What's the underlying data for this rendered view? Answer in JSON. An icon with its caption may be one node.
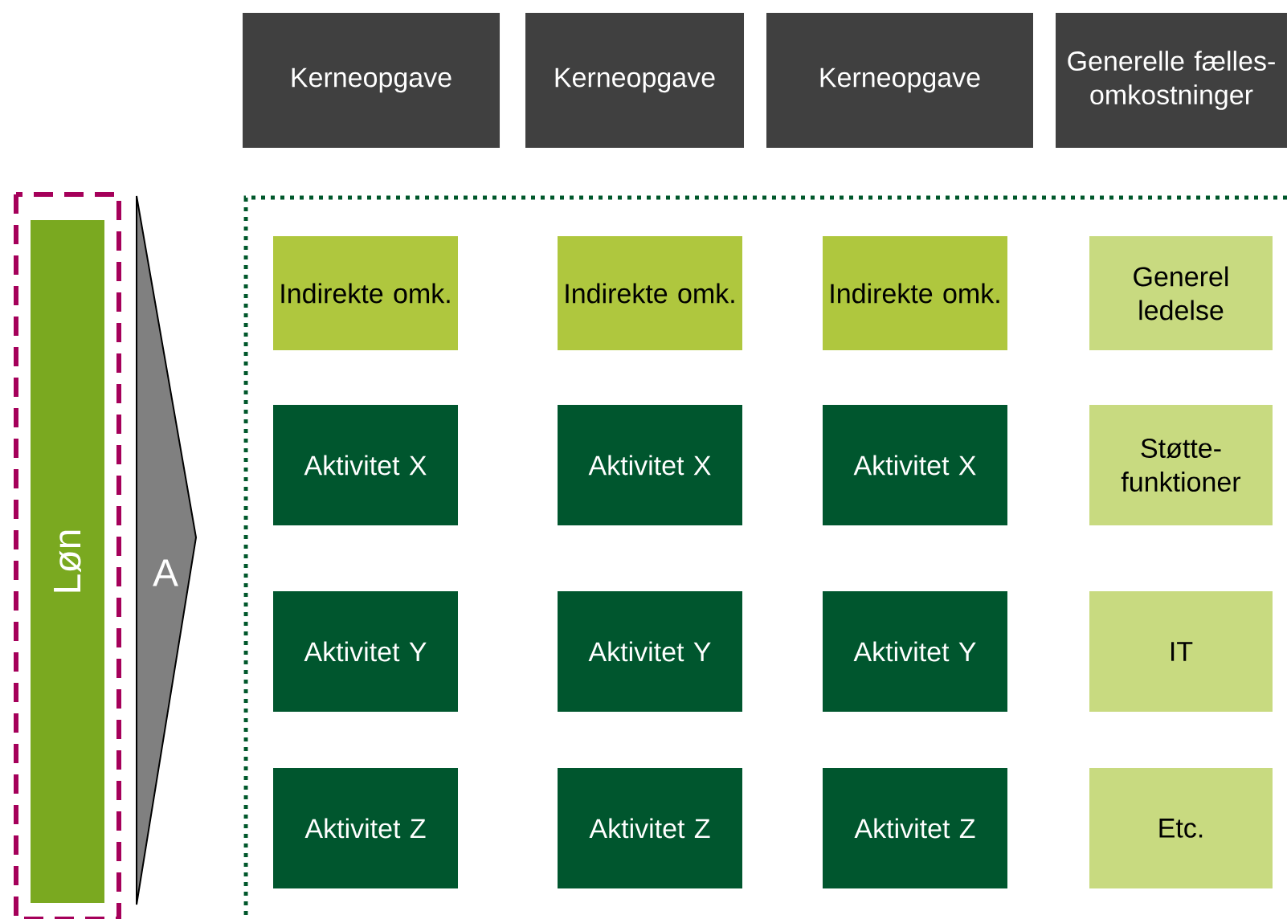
{
  "diagram": {
    "nodes": [
      {
        "text": [
          "Kerneopgave"
        ]
      },
      {
        "text": [
          "Kerneopgave"
        ]
      },
      {
        "text": [
          "Kerneopgave"
        ]
      },
      {
        "text": [
          "Generelle fælles- omkostninger"
        ]
      },
      {
        "text": [
          "Løn"
        ]
      },
      {
        "text": [
          "A"
        ]
      },
      {
        "text": [
          "Indirekte omk."
        ]
      },
      {
        "text": [
          "Indirekte omk."
        ]
      },
      {
        "text": [
          "Indirekte omk."
        ]
      },
      {
        "text": [
          "Generel ledelse"
        ]
      },
      {
        "text": [
          "Aktivitet X"
        ]
      },
      {
        "text": [
          "Aktivitet X"
        ]
      },
      {
        "text": [
          "Aktivitet X"
        ]
      },
      {
        "text": [
          "Støtte- funktioner"
        ]
      },
      {
        "text": [
          "Aktivitet Y"
        ]
      },
      {
        "text": [
          "Aktivitet Y"
        ]
      },
      {
        "text": [
          "Aktivitet Y"
        ]
      },
      {
        "text": [
          "IT"
        ]
      },
      {
        "text": [
          "Aktivitet Z"
        ]
      },
      {
        "text": [
          "Aktivitet Z"
        ]
      },
      {
        "text": [
          "Aktivitet Z"
        ]
      },
      {
        "text": [
          "Etc."
        ]
      }
    ]
  }
}
